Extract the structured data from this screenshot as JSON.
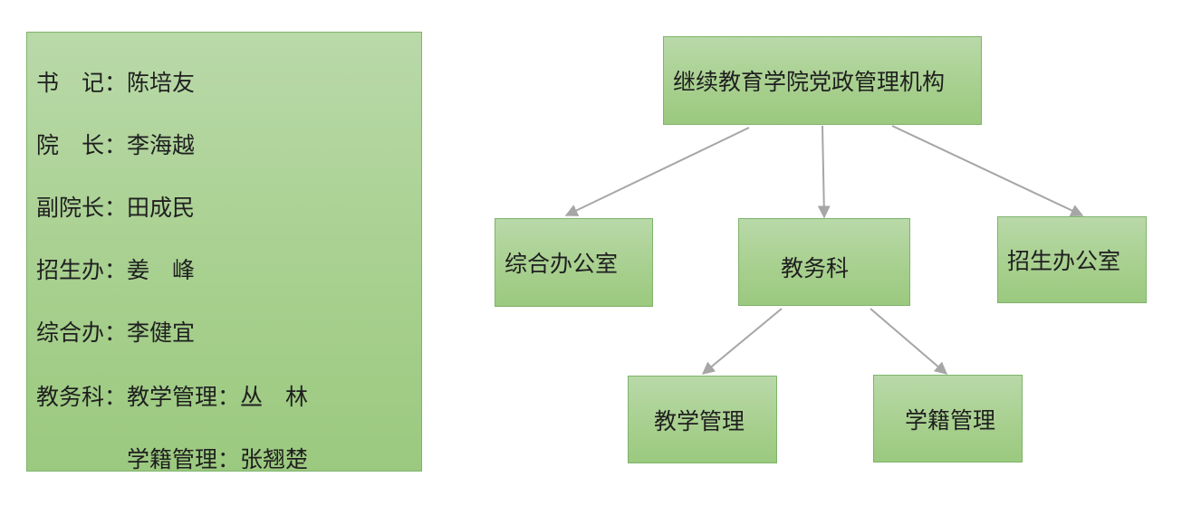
{
  "staff": [
    "书　记：陈培友",
    "院　长：李海越",
    "副院长：田成民",
    "招生办：姜　峰",
    "综合办：李健宜",
    "教务科：教学管理：丛　林",
    "　　　　学籍管理：张翘楚"
  ],
  "org": {
    "root": "继续教育学院党政管理机构",
    "general_office": "综合办公室",
    "academic_affairs": "教务科",
    "admissions_office": "招生办公室",
    "teaching_management": "教学管理",
    "student_records": "学籍管理"
  },
  "colors": {
    "box_fill_top": "#b9d9a9",
    "box_fill_bottom": "#9bc97f",
    "box_border": "#7fb46b",
    "connector": "#a6a6a6"
  }
}
